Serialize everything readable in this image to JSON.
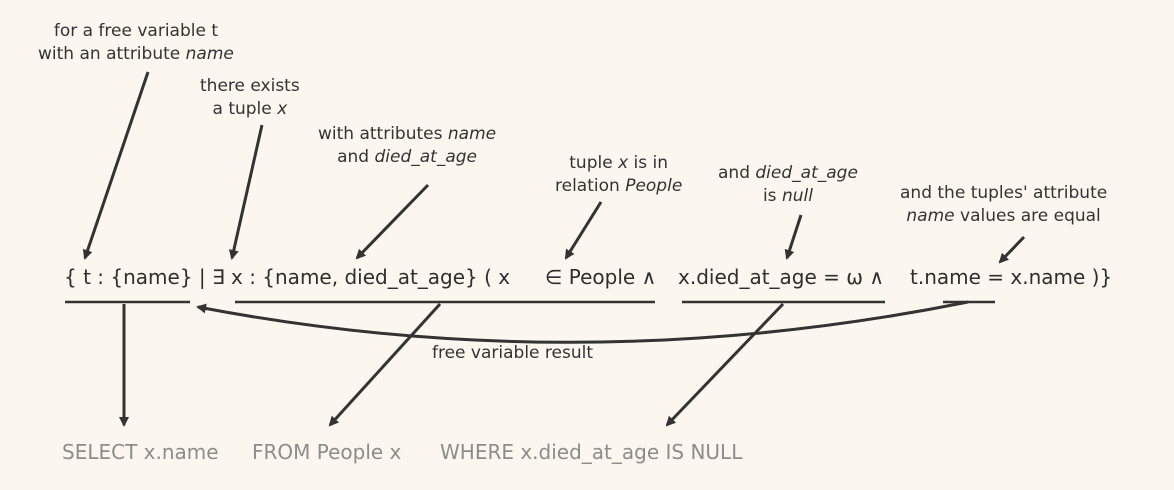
{
  "annotations": {
    "free_variable": {
      "line1": "for a free variable    t",
      "line2_pre": "with an attribute ",
      "line2_em": "name"
    },
    "exists": {
      "line1": "there exists",
      "line2_pre": "a tuple ",
      "line2_em": "x"
    },
    "with_attrs": {
      "line1_pre": "with attributes ",
      "line1_em": "name",
      "line2_pre": "and ",
      "line2_em": "died_at_age"
    },
    "in_relation": {
      "line1_pre": "tuple ",
      "line1_em": "x",
      "line1_post": " is in",
      "line2_pre": "relation ",
      "line2_em": "People"
    },
    "is_null": {
      "line1_pre": "and ",
      "line1_em": "died_at_age",
      "line2_pre": "is ",
      "line2_em": "null"
    },
    "equal": {
      "line1": "and the tuples' attribute",
      "line2_em": "name",
      "line2_post": " values are equal"
    }
  },
  "expression": {
    "part1": "{ t : {name} |",
    "part2": "∃ x : {name, died_at_age} ( x",
    "part3": "∈  People  ∧",
    "part4": "x.died_at_age =  ω  ∧",
    "part5": "t.name = x.name )}"
  },
  "free_variable_label": "free variable result",
  "sql": {
    "select": "SELECT x.name",
    "from": "FROM People x",
    "where": "WHERE  x.died_at_age IS NULL"
  }
}
